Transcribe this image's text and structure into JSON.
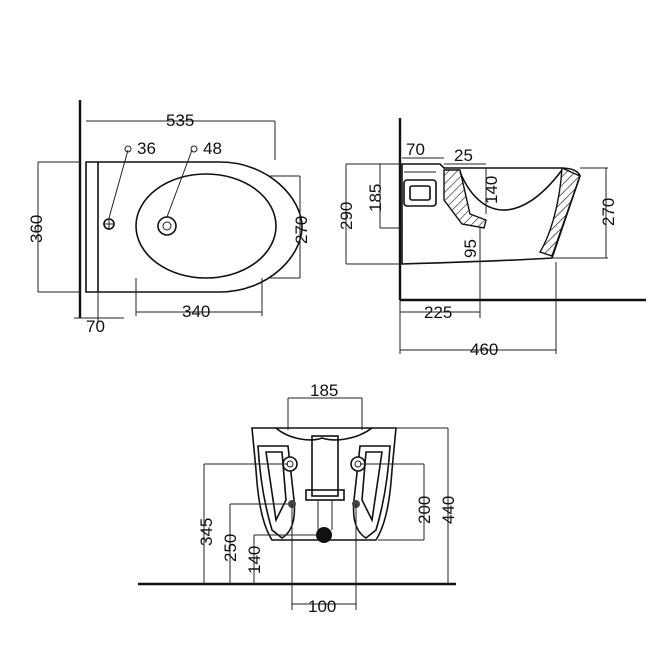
{
  "top_view": {
    "overall_length": "535",
    "tap_hole_dia": "36",
    "waste_hole_dia": "48",
    "width": "360",
    "bowl_width": "270",
    "bowl_length": "340",
    "wall_offset": "70"
  },
  "side_view": {
    "top_dim_70": "70",
    "top_dim_25": "25",
    "height_290": "290",
    "height_185": "185",
    "height_140": "140",
    "height_95": "95",
    "height_270": "270",
    "depth_225": "225",
    "depth_460": "460"
  },
  "rear_view": {
    "width_185": "185",
    "height_345": "345",
    "height_250": "250",
    "height_140": "140",
    "height_200": "200",
    "height_440": "440",
    "spacing_100": "100"
  }
}
